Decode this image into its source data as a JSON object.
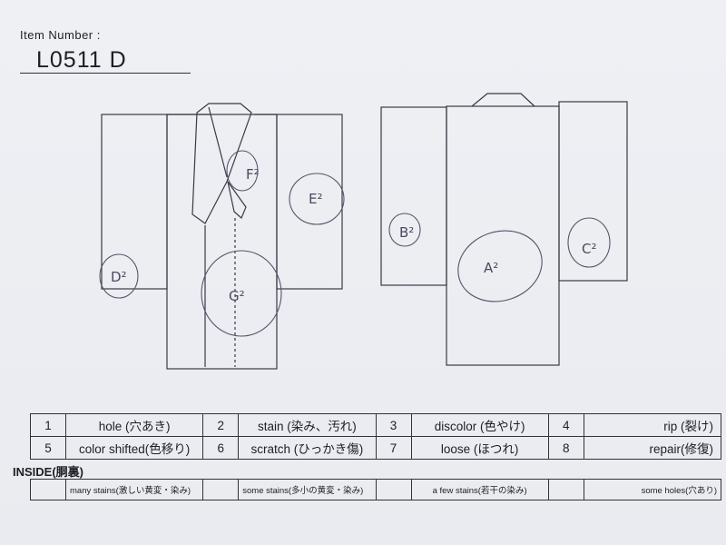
{
  "item": {
    "label": "Item Number :",
    "value": "L0511  D"
  },
  "annotations": [
    "F²",
    "E²",
    "D²",
    "G²",
    "B²",
    "A²",
    "C²"
  ],
  "legend": [
    [
      {
        "num": "1",
        "text": "hole (穴あき)"
      },
      {
        "num": "2",
        "text": "stain (染み、汚れ)"
      },
      {
        "num": "3",
        "text": "discolor (色やけ)"
      },
      {
        "num": "4",
        "text": "rip (裂け)"
      }
    ],
    [
      {
        "num": "5",
        "text": "color shifted(色移り)"
      },
      {
        "num": "6",
        "text": "scratch (ひっかき傷)"
      },
      {
        "num": "7",
        "text": "loose (ほつれ)"
      },
      {
        "num": "8",
        "text": "repair(修復)"
      }
    ]
  ],
  "inside": {
    "title": "INSIDE(胴裏)",
    "items": [
      "many stains(激しい黄変・染み)",
      "some stains(多小の黄変・染み)",
      "a few stains(若干の染み)",
      "some holes(穴あり)"
    ]
  }
}
